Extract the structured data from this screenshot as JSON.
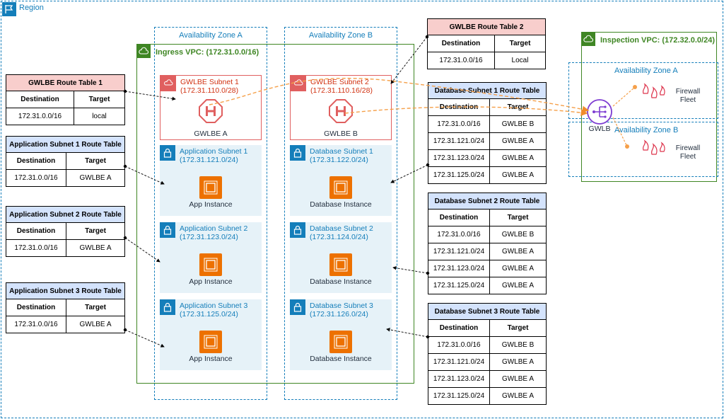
{
  "region": {
    "label": "Region"
  },
  "ingress_vpc": {
    "label": "Ingress VPC: (172.31.0.0/16)",
    "az_a": "Availability Zone A",
    "az_b": "Availability Zone B",
    "subnets": {
      "gwlbe1": {
        "name": "GWLBE Subnet 1",
        "cidr": "(172.31.110.0/28)",
        "resource": "GWLBE A"
      },
      "gwlbe2": {
        "name": "GWLBE Subnet 2",
        "cidr": "(172.31.110.16/28)",
        "resource": "GWLBE B"
      },
      "app1": {
        "name": "Application Subnet 1",
        "cidr": "(172.31.121.0/24)",
        "resource": "App Instance"
      },
      "app2": {
        "name": "Application Subnet 2",
        "cidr": "(172.31.123.0/24)",
        "resource": "App Instance"
      },
      "app3": {
        "name": "Application Subnet 3",
        "cidr": "(172.31.125.0/24)",
        "resource": "App Instance"
      },
      "db1": {
        "name": "Database Subnet 1",
        "cidr": "(172.31.122.0/24)",
        "resource": "Database Instance"
      },
      "db2": {
        "name": "Database Subnet 2",
        "cidr": "(172.31.124.0/24)",
        "resource": "Database Instance"
      },
      "db3": {
        "name": "Database Subnet 3",
        "cidr": "(172.31.126.0/24)",
        "resource": "Database Instance"
      }
    }
  },
  "inspection_vpc": {
    "label": "Inspection VPC: (172.32.0.0/24)",
    "az_a": "Availability Zone A",
    "az_b": "Availability Zone B",
    "gwlb": "GWLB",
    "firewall_a": "Firewall Fleet",
    "firewall_b": "Firewall Fleet"
  },
  "route_tables": {
    "gwlbe1": {
      "title": "GWLBE Route Table 1",
      "headers": [
        "Destination",
        "Target"
      ],
      "rows": [
        [
          "172.31.0.0/16",
          "local"
        ]
      ]
    },
    "gwlbe2": {
      "title": "GWLBE Route Table 2",
      "headers": [
        "Destination",
        "Target"
      ],
      "rows": [
        [
          "172.31.0.0/16",
          "Local"
        ]
      ]
    },
    "app1": {
      "title": "Application Subnet 1 Route Table",
      "headers": [
        "Destination",
        "Target"
      ],
      "rows": [
        [
          "172.31.0.0/16",
          "GWLBE A"
        ]
      ]
    },
    "app2": {
      "title": "Application Subnet 2 Route Table",
      "headers": [
        "Destination",
        "Target"
      ],
      "rows": [
        [
          "172.31.0.0/16",
          "GWLBE A"
        ]
      ]
    },
    "app3": {
      "title": "Application Subnet 3 Route Table",
      "headers": [
        "Destination",
        "Target"
      ],
      "rows": [
        [
          "172.31.0.0/16",
          "GWLBE A"
        ]
      ]
    },
    "db1": {
      "title": "Database Subnet 1 Route Table",
      "headers": [
        "Destination",
        "Target"
      ],
      "rows": [
        [
          "172.31.0.0/16",
          "GWLBE B"
        ],
        [
          "172.31.121.0/24",
          "GWLBE A"
        ],
        [
          "172.31.123.0/24",
          "GWLBE A"
        ],
        [
          "172.31.125.0/24",
          "GWLBE A"
        ]
      ]
    },
    "db2": {
      "title": "Database Subnet 2 Route Table",
      "headers": [
        "Destination",
        "Target"
      ],
      "rows": [
        [
          "172.31.0.0/16",
          "GWLBE B"
        ],
        [
          "172.31.121.0/24",
          "GWLBE A"
        ],
        [
          "172.31.123.0/24",
          "GWLBE A"
        ],
        [
          "172.31.125.0/24",
          "GWLBE A"
        ]
      ]
    },
    "db3": {
      "title": "Database Subnet 3 Route Table",
      "headers": [
        "Destination",
        "Target"
      ],
      "rows": [
        [
          "172.31.0.0/16",
          "GWLBE B"
        ],
        [
          "172.31.121.0/24",
          "GWLBE A"
        ],
        [
          "172.31.123.0/24",
          "GWLBE A"
        ],
        [
          "172.31.125.0/24",
          "GWLBE A"
        ]
      ]
    }
  },
  "colors": {
    "aws_blue": "#147eba",
    "vpc_green": "#3f8624",
    "gwlbe_red": "#e05f5f",
    "ec2_orange": "#ed7100",
    "traffic_orange": "#f5a04a",
    "table_blue": "#d4e3fc",
    "table_red": "#f8cecc",
    "gwlb_purple": "#7d3bd1",
    "firewall_red": "#dd344c"
  },
  "icons": [
    "region-flag-icon",
    "vpc-cloud-icon",
    "subnet-lock-icon",
    "gwlbe-endpoint-icon",
    "ec2-instance-icon",
    "gwlb-icon",
    "firewall-icon"
  ]
}
